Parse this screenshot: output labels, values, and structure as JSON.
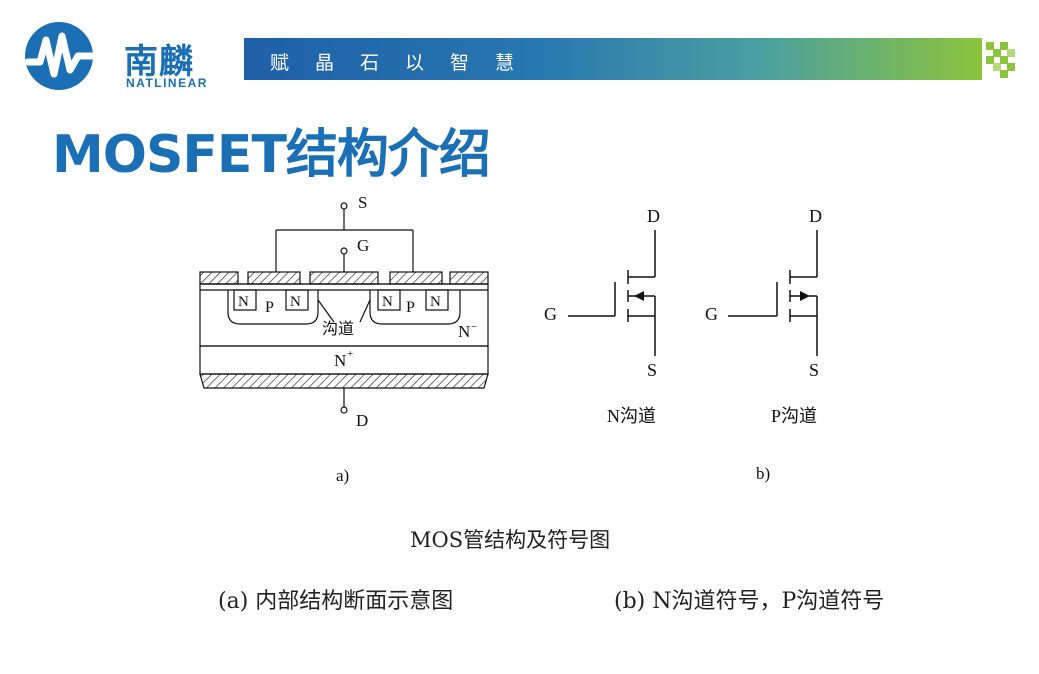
{
  "header": {
    "brand_cn": "南麟",
    "brand_en": "NATLINEAR",
    "slogan": "赋晶石以智慧",
    "colors": {
      "brand_blue": "#1a6fb5",
      "banner_start": "#1f5fa8",
      "banner_end": "#8cc43c"
    }
  },
  "title": "MOSFET结构介绍",
  "figure": {
    "cross_section": {
      "source_label": "S",
      "gate_label": "G",
      "drain_label": "D",
      "region_n_left": "N",
      "region_p_left": "P",
      "region_n_left2": "N",
      "region_n_right": "N",
      "region_p_right": "P",
      "region_n_right2": "N",
      "channel_label": "沟道",
      "n_minus_label": "N",
      "n_minus_sup": "−",
      "n_plus_label": "N",
      "n_plus_sup": "+",
      "sub_label": "a)"
    },
    "symbols": {
      "n_channel": {
        "d": "D",
        "g": "G",
        "s": "S",
        "name": "N沟道"
      },
      "p_channel": {
        "d": "D",
        "g": "G",
        "s": "S",
        "name": "P沟道"
      },
      "sub_label": "b)"
    }
  },
  "captions": {
    "main": "MOS管结构及符号图",
    "left": "(a) 内部结构断面示意图",
    "right": "(b) N沟道符号，P沟道符号"
  }
}
